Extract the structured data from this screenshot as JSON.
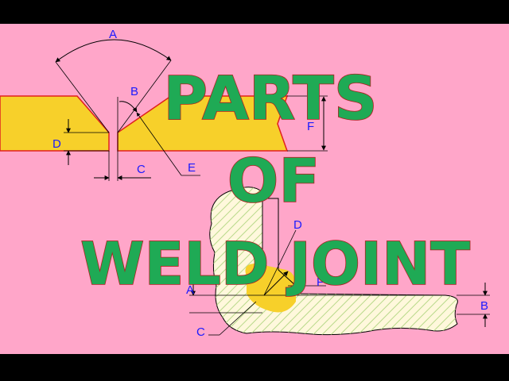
{
  "title": {
    "line1": "PARTS",
    "line2": "OF",
    "line3": "WELD JOINT"
  },
  "butt_joint": {
    "labels": {
      "groove_angle": "A",
      "bevel_angle": "B",
      "root_opening": "C",
      "root_face": "D",
      "bevel_face": "E",
      "groove_depth": "F"
    }
  },
  "fillet_joint": {
    "labels": {
      "leg_a": "A",
      "leg_b": "B",
      "throat_c": "C",
      "root_d": "D",
      "face_f": "F"
    }
  },
  "colors": {
    "background": "#ffa6c9",
    "weld_fill": "#f7d02a",
    "outline": "#e0201e",
    "hatch": "#b8d98a",
    "base_plate": "#fff8dc",
    "label": "#1a1aff",
    "title_fill": "#1faa55",
    "title_stroke": "#b02020"
  }
}
